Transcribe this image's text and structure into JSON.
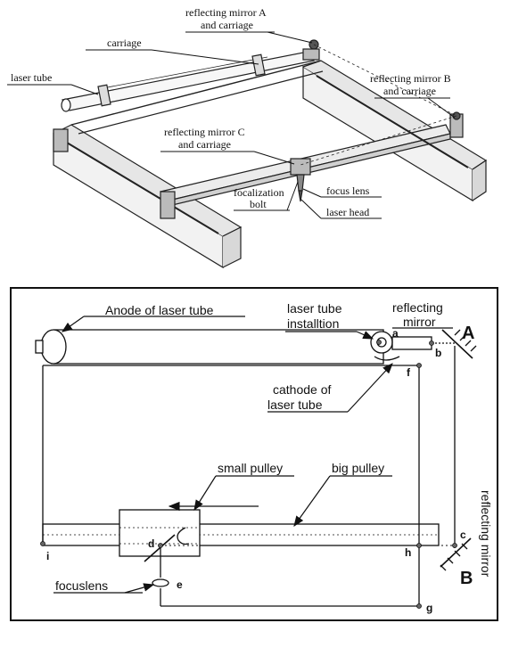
{
  "top_figure": {
    "labels": {
      "mirror_a_line1": "reflecting mirror A",
      "mirror_a_line2": "and carriage",
      "carriage": "carriage",
      "laser_tube": "laser tube",
      "mirror_b_line1": "reflecting mirror B",
      "mirror_b_line2": "and carriage",
      "mirror_c_line1": "reflecting mirror C",
      "mirror_c_line2": "and carriage",
      "focalization_line1": "focalization",
      "focalization_line2": "bolt",
      "focus_lens": "focus lens",
      "laser_head": "laser head"
    }
  },
  "bottom_figure": {
    "labels": {
      "anode": "Anode of laser  tube",
      "installation_line1": "laser tube",
      "installation_line2": "installtion",
      "reflecting_mirror_line1": "reflecting",
      "reflecting_mirror_line2": "mirror",
      "cathode_line1": "cathode of",
      "cathode_line2": "laser tube",
      "small_pulley": "small pulley",
      "big_pulley": "big pulley",
      "reflecting_mirror_vertical": "reflecting mirror",
      "focuslens": "focuslens"
    },
    "mirror_letters": {
      "a": "A",
      "b": "B"
    },
    "points": {
      "a": "a",
      "b": "b",
      "c": "c",
      "d": "d",
      "e": "e",
      "f": "f",
      "g": "g",
      "h": "h",
      "i": "i"
    }
  }
}
